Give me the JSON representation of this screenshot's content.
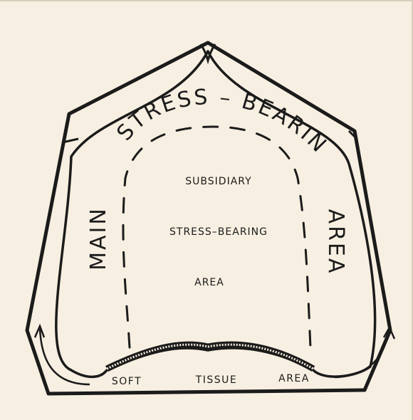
{
  "diagram": {
    "labels": {
      "top_arc": "STRESS – BEARING",
      "left_side": "MAIN",
      "right_side": "AREA",
      "inner_line1": "SUBSIDIARY",
      "inner_line2": "STRESS–BEARING",
      "inner_line3": "AREA",
      "bottom_soft": "SOFT",
      "bottom_tissue": "TISSUE",
      "bottom_area": "AREA"
    },
    "colors": {
      "background": "#f7efe1",
      "ink": "#1b1b1b"
    }
  }
}
